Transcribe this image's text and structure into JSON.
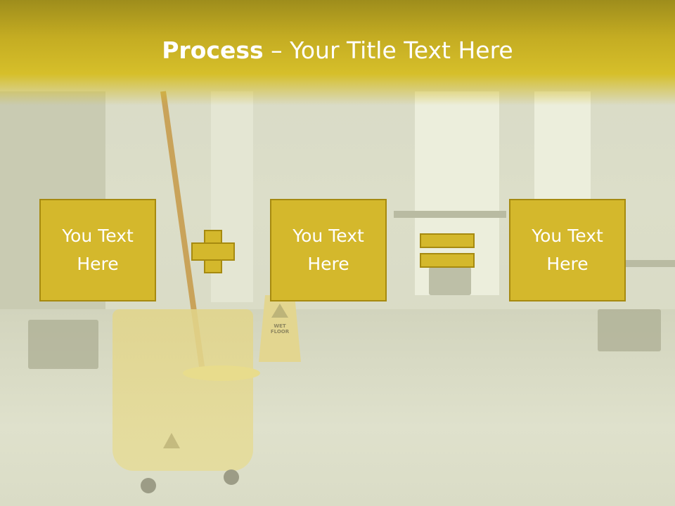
{
  "title": {
    "bold": "Process",
    "rest": " – Your Title Text Here"
  },
  "boxes": [
    {
      "text": "You Text\nHere"
    },
    {
      "text": "You Text\nHere"
    },
    {
      "text": "You Text\nHere"
    }
  ],
  "background": {
    "sign_text": "WET\nFLOOR"
  },
  "colors": {
    "accent": "#d4b82c",
    "accent_border": "#a68a10",
    "title_band": "#c4ac22",
    "text": "#ffffff"
  }
}
